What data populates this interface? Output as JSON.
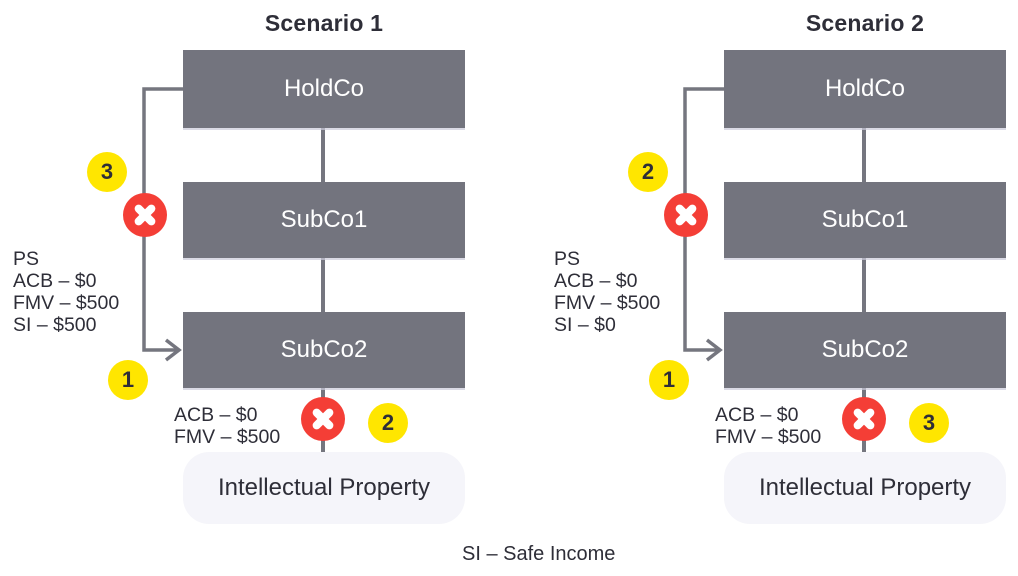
{
  "scenarios": [
    {
      "title": "Scenario 1",
      "boxes": {
        "holdco": "HoldCo",
        "subco1": "SubCo1",
        "subco2": "SubCo2",
        "ip": "Intellectual Property"
      },
      "ps_note": [
        "PS",
        "ACB – $0",
        "FMV – $500",
        "SI – $500"
      ],
      "ip_note": [
        "ACB – $0",
        "FMV – $500"
      ],
      "badges": {
        "upper": "3",
        "arrow": "1",
        "lower": "2"
      }
    },
    {
      "title": "Scenario 2",
      "boxes": {
        "holdco": "HoldCo",
        "subco1": "SubCo1",
        "subco2": "SubCo2",
        "ip": "Intellectual Property"
      },
      "ps_note": [
        "PS",
        "ACB – $0",
        "FMV – $500",
        "SI – $0"
      ],
      "ip_note": [
        "ACB – $0",
        "FMV – $500"
      ],
      "badges": {
        "upper": "2",
        "arrow": "1",
        "lower": "3"
      }
    }
  ],
  "footer": {
    "legend": "SI – Safe Income"
  },
  "colors": {
    "box_gray": "#73747e",
    "line_gray": "#75767f",
    "badge_yellow": "#ffe600",
    "cross_red": "#f43e36",
    "ink": "#2e2e38",
    "ip_background": "#f5f5fa",
    "box_text": "#ffffff"
  }
}
